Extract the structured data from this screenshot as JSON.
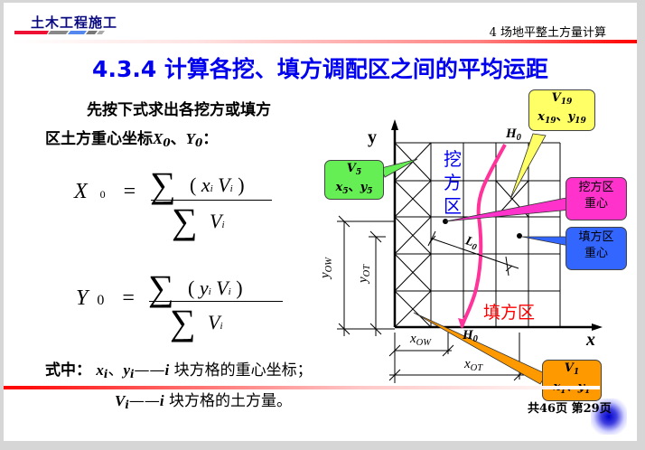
{
  "header": {
    "brand": "土木工程施工",
    "chapter": "4  场地平整土方量计算",
    "brand_bar_colors": [
      "#ee1133",
      "#888888",
      "#5588ee",
      "#777777",
      "#aaaaaa"
    ]
  },
  "title": "4.3.4 计算各挖、填方调配区之间的平均运距",
  "intro": {
    "line1": "先按下式求出各挖方或填方",
    "line2_prefix": "区土方重心坐标",
    "x0": "X",
    "y0": "Y",
    "sub0": "0",
    "sep": "、",
    "colon": "："
  },
  "formulas": {
    "x0": {
      "lhs": "X",
      "lhs_sub": "0",
      "eq": "=",
      "sum": "∑",
      "num_open": "(",
      "num_var": "x",
      "num_var_sub": "i",
      "num_v": "V",
      "num_v_sub": "i",
      "num_close": ")",
      "den_v": "V",
      "den_v_sub": "i"
    },
    "y0": {
      "lhs": "Y",
      "lhs_sub": "0",
      "eq": "=",
      "sum": "∑",
      "num_open": "(",
      "num_var": "y",
      "num_var_sub": "i",
      "num_v": "V",
      "num_v_sub": "i",
      "num_close": ")",
      "den_v": "V",
      "den_v_sub": "i"
    }
  },
  "legend": {
    "prefix": "式中：",
    "line1_vars": "x",
    "line1_sub": "i",
    "line1_sep": "、",
    "line1_var2": "y",
    "line1_sub2": "i",
    "dash": "——",
    "i": "i",
    "line1_text": " 块方格的重心坐标；",
    "line2_var": "V",
    "line2_sub": "i",
    "line2_text": " 块方格的土方量。"
  },
  "diagram": {
    "axis_y": "y",
    "axis_x": "x",
    "h0_top": "H",
    "h0_sub": "0",
    "h0_bottom": "H",
    "cut_zone": [
      "挖",
      "方",
      "区"
    ],
    "fill_zone": "填方区",
    "l0": "L",
    "l0_sub": "0",
    "y_ow": "y",
    "y_ow_sub": "OW",
    "y_ot": "y",
    "y_ot_sub": "OT",
    "x_ow": "x",
    "x_ow_sub": "OW",
    "x_ot": "x",
    "x_ot_sub": "OT",
    "callouts": {
      "v5": {
        "l1": "V",
        "l1_sub": "5",
        "l2a": "x",
        "l2a_sub": "5",
        "sep": "、",
        "l2b": "y",
        "l2b_sub": "5",
        "color": "#66ee55"
      },
      "v19": {
        "l1": "V",
        "l1_sub": "19",
        "l2a": "x",
        "l2a_sub": "19",
        "sep": "、",
        "l2b": "y",
        "l2b_sub": "19",
        "color": "#ffff66"
      },
      "v1": {
        "l1": "V",
        "l1_sub": "1",
        "l2a": "x",
        "l2a_sub": "1",
        "sep": "、",
        "l2b": "y",
        "l2b_sub": "1",
        "color": "#ff9900"
      },
      "cut_centroid": {
        "l1": "挖方区",
        "l2": "重心",
        "color": "#ff33cc"
      },
      "fill_centroid": {
        "l1": "填方区",
        "l2": "重心",
        "color": "#3366ff"
      }
    },
    "colors": {
      "boundary": "#ff3399",
      "cut_text": "#0000ee",
      "fill_text": "#ff0000"
    }
  },
  "footer": {
    "pages": "共46页  第29页"
  }
}
